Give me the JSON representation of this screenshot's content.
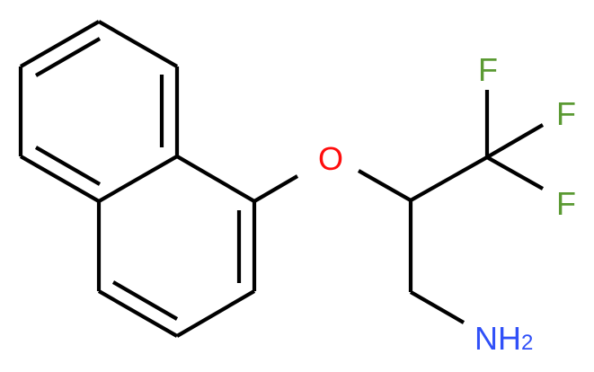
{
  "molecule": {
    "atoms": {
      "oxygen": "O",
      "fluorine_1": "F",
      "fluorine_2": "F",
      "fluorine_3": "F",
      "amine": "NH",
      "amine_subscript": "2"
    },
    "colors": {
      "bond": "#000000",
      "oxygen": "#ff0d0d",
      "fluorine": "#5b9a33",
      "nitrogen": "#3050f8"
    }
  }
}
